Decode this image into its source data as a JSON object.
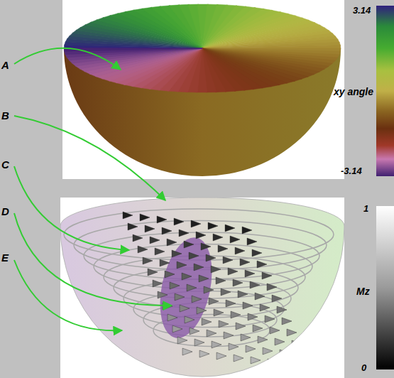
{
  "diagram": {
    "labels": [
      "A",
      "B",
      "C",
      "D",
      "E",
      "3.14",
      "xy angle",
      "-3.14",
      "1",
      "Mz",
      "0"
    ]
  }
}
